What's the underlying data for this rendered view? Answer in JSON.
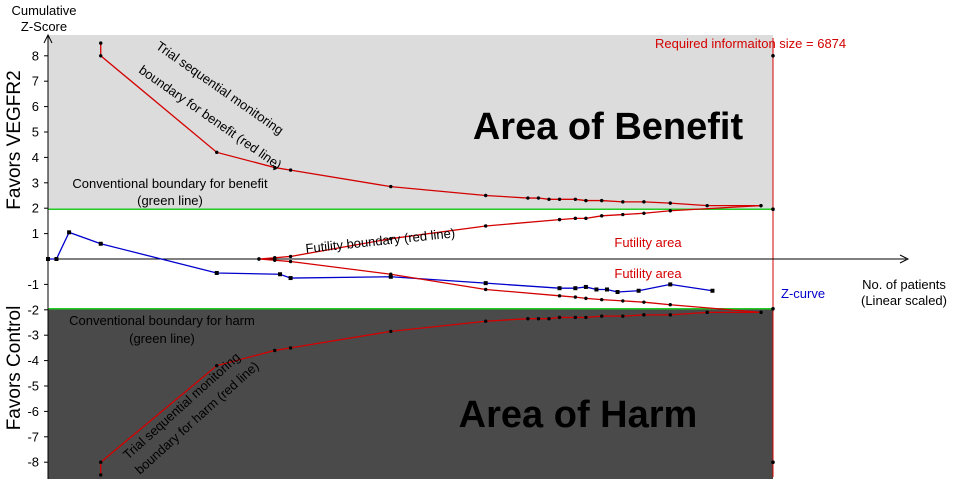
{
  "chart_data": {
    "type": "line",
    "title": "",
    "ylabel_top": "Cumulative",
    "ylabel_bottom": "Z-Score",
    "xlabel_line1": "No. of patients",
    "xlabel_line2": "(Linear scaled)",
    "side_label_top": "Favors VEGFR2",
    "side_label_bottom": "Favors Control",
    "ylim": [
      -8.5,
      8.5
    ],
    "yticks": [
      8,
      7,
      6,
      5,
      4,
      3,
      2,
      1,
      -1,
      -2,
      -3,
      -4,
      -5,
      -6,
      -7,
      -8
    ],
    "xlim": [
      0,
      6874
    ],
    "required_information_size": 6874,
    "required_information_label": "Required informaiton size = 6874",
    "area_benefit_label": "Area of Benefit",
    "area_harm_label": "Area of Harm",
    "futility_area_label": "Futility area",
    "futility_boundary_label": "Futility boundary (red line)",
    "conventional_benefit_label": [
      "Conventional boundary for benefit",
      "(green line)"
    ],
    "conventional_harm_label": [
      "Conventional boundary for harm",
      "(green line)"
    ],
    "tsm_benefit_label": [
      "Trial sequential monitoring",
      "boundary for benefit (red line)"
    ],
    "tsm_harm_label": [
      "Trial sequential monitoring",
      "boundary for harm (red line)"
    ],
    "zcurve_label": "Z-curve",
    "conventional_boundary": 1.96,
    "colors": {
      "benefit_area": "#dcdcdc",
      "harm_area": "#4a4a4a",
      "z_curve": "#0000cc",
      "boundary": "#d40000",
      "conventional": "#22cc22",
      "axis": "#000000"
    },
    "series": [
      {
        "name": "Z-curve",
        "x": [
          0,
          80,
          200,
          500,
          1600,
          2200,
          2300,
          3250,
          4150,
          4850,
          5000,
          5100,
          5200,
          5300,
          5400,
          5600,
          5900,
          6300
        ],
        "y": [
          0,
          0,
          1.05,
          0.6,
          -0.55,
          -0.6,
          -0.75,
          -0.7,
          -0.95,
          -1.15,
          -1.15,
          -1.1,
          -1.2,
          -1.2,
          -1.3,
          -1.25,
          -1,
          -1.25
        ]
      },
      {
        "name": "Upper monitoring boundary",
        "x": [
          500,
          500,
          1600,
          2150,
          2300,
          3250,
          4150,
          4550,
          4650,
          4750,
          4850,
          5000,
          5100,
          5250,
          5450,
          5650,
          5900,
          6250,
          6760
        ],
        "y": [
          8.5,
          8,
          4.2,
          3.6,
          3.5,
          2.85,
          2.5,
          2.4,
          2.4,
          2.35,
          2.35,
          2.35,
          2.3,
          2.3,
          2.25,
          2.25,
          2.2,
          2.1,
          2.1
        ]
      },
      {
        "name": "Lower monitoring boundary",
        "x": [
          500,
          500,
          1600,
          2150,
          2300,
          3250,
          4150,
          4550,
          4650,
          4750,
          4850,
          5000,
          5100,
          5250,
          5450,
          5650,
          5900,
          6250,
          6760
        ],
        "y": [
          -8.5,
          -8,
          -4.2,
          -3.6,
          -3.5,
          -2.85,
          -2.45,
          -2.35,
          -2.35,
          -2.35,
          -2.3,
          -2.3,
          -2.3,
          -2.25,
          -2.25,
          -2.2,
          -2.2,
          -2.1,
          -2.1
        ]
      },
      {
        "name": "Upper futility boundary",
        "x": [
          2000,
          2150,
          2300,
          3250,
          4150,
          4850,
          5000,
          5100,
          5250,
          5450,
          5650,
          5900,
          6760
        ],
        "y": [
          0,
          0.05,
          0.1,
          0.8,
          1.3,
          1.55,
          1.6,
          1.6,
          1.7,
          1.75,
          1.8,
          1.9,
          2.1
        ]
      },
      {
        "name": "Lower futility boundary",
        "x": [
          2000,
          2150,
          2300,
          3250,
          4150,
          4850,
          5000,
          5100,
          5250,
          5450,
          5650,
          5900,
          6760
        ],
        "y": [
          0,
          -0.05,
          -0.1,
          -0.6,
          -1.2,
          -1.45,
          -1.5,
          -1.55,
          -1.6,
          -1.65,
          -1.7,
          -1.8,
          -2.1
        ]
      }
    ]
  }
}
